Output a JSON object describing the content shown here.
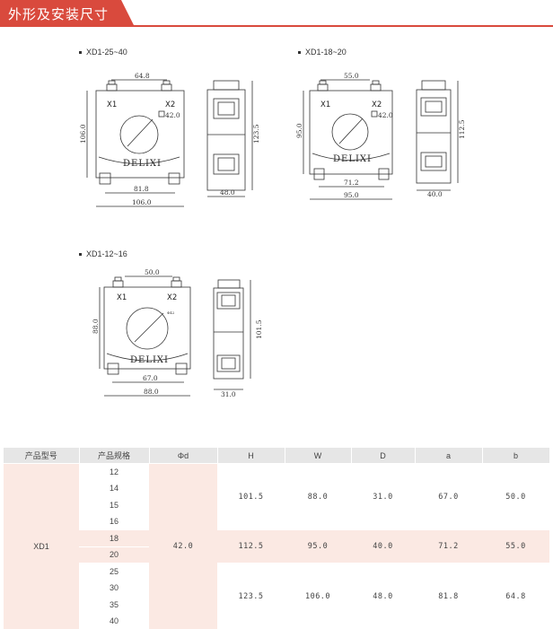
{
  "header": {
    "title": "外形及安装尺寸"
  },
  "models": [
    {
      "title": "XD1-25~40",
      "width_top": "64.8",
      "height_left": "106.0",
      "bottom_inner": "81.8",
      "bottom_outer": "106.0",
      "side_height": "123.5",
      "side_depth": "48.0",
      "x1": "X1",
      "x2": "X2",
      "phi": "42.0",
      "logo": "DELIXI"
    },
    {
      "title": "XD1-18~20",
      "width_top": "55.0",
      "height_left": "95.0",
      "bottom_inner": "71.2",
      "bottom_outer": "95.0",
      "side_height": "112.5",
      "side_depth": "40.0",
      "x1": "X1",
      "x2": "X2",
      "phi": "42.0",
      "logo": "DELIXI"
    },
    {
      "title": "XD1-12~16",
      "width_top": "50.0",
      "height_left": "88.0",
      "bottom_inner": "67.0",
      "bottom_outer": "88.0",
      "side_height": "101.5",
      "side_depth": "31.0",
      "x1": "X1",
      "x2": "X2",
      "phi": "Φ42",
      "logo": "DELIXI"
    }
  ],
  "table": {
    "headers": [
      "产品型号",
      "产品规格",
      "Φd",
      "H",
      "W",
      "D",
      "a",
      "b"
    ],
    "model": "XD1",
    "phi_d": "42.0",
    "specs": [
      "12",
      "14",
      "15",
      "16",
      "18",
      "20",
      "25",
      "30",
      "35",
      "40"
    ],
    "groups": [
      {
        "H": "101.5",
        "W": "88.0",
        "D": "31.0",
        "a": "67.0",
        "b": "50.0"
      },
      {
        "H": "112.5",
        "W": "95.0",
        "D": "40.0",
        "a": "71.2",
        "b": "55.0"
      },
      {
        "H": "123.5",
        "W": "106.0",
        "D": "48.0",
        "a": "81.8",
        "b": "64.8"
      }
    ]
  }
}
